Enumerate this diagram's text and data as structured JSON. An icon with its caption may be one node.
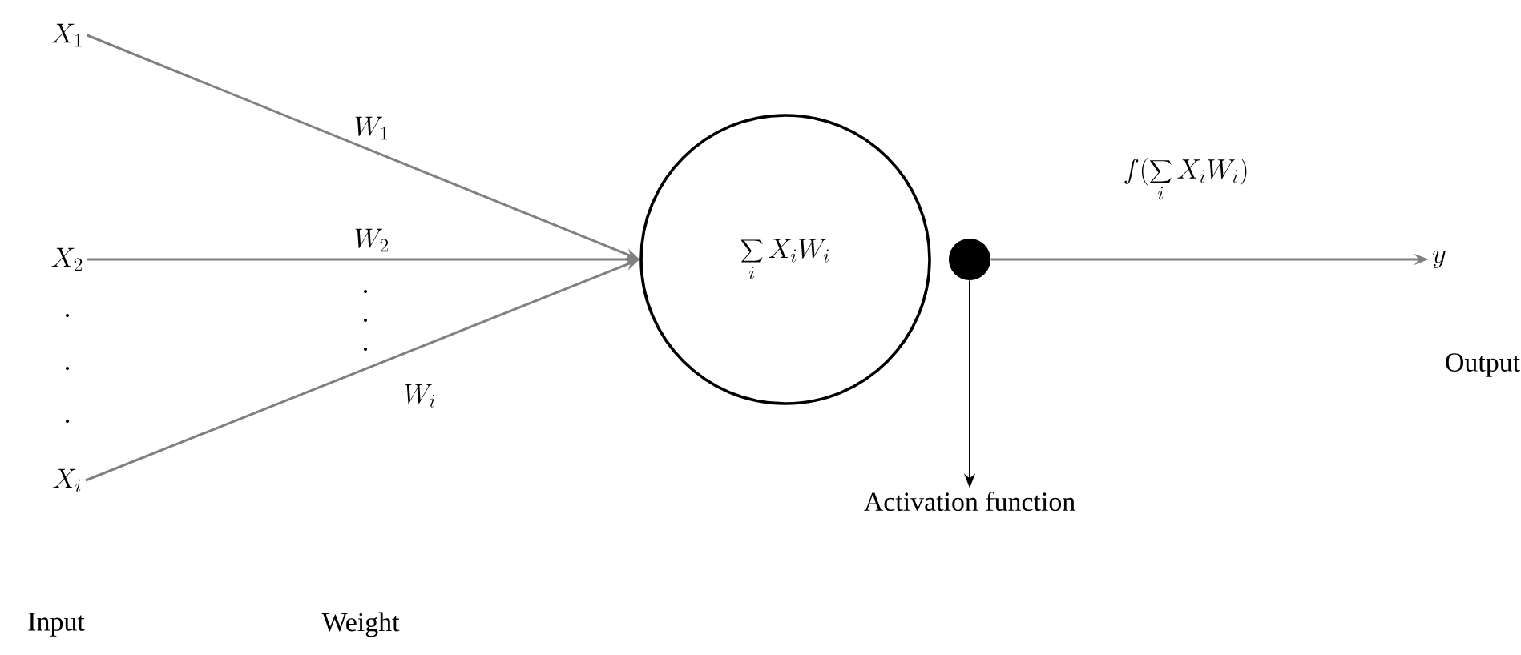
{
  "diagram": {
    "nodes": [
      {
        "text": [
          "X_{1}"
        ]
      },
      {
        "text": [
          "X_{2}"
        ]
      },
      {
        "text": [
          "X_{i}"
        ]
      },
      {
        "text": [
          "\\sum_{i} X_{i} W_{i}"
        ]
      },
      {
        "text": [],
        "shape": "circle"
      },
      {
        "text": [
          "y"
        ],
        "beside": [
          "Output"
        ]
      },
      {
        "text": [
          "Activation function"
        ]
      }
    ],
    "edges": [
      {
        "from": 0,
        "to": 3,
        "arrow": "to",
        "label": "W_{1}"
      },
      {
        "from": 1,
        "to": 3,
        "arrow": "to",
        "label": "W_{2}"
      },
      {
        "from": 2,
        "to": 3,
        "arrow": "to",
        "label": "W_{i}"
      },
      {
        "from": 4,
        "to": 5,
        "arrow": "to",
        "label": "f(\\sum_{i} X_{i} W_{i})"
      },
      {
        "from": 4,
        "to": 6,
        "arrow": "to",
        "color": "#000000"
      }
    ],
    "labels": [
      ".",
      ".",
      ".",
      ".",
      ".",
      ".",
      "Input",
      "Weight"
    ]
  }
}
